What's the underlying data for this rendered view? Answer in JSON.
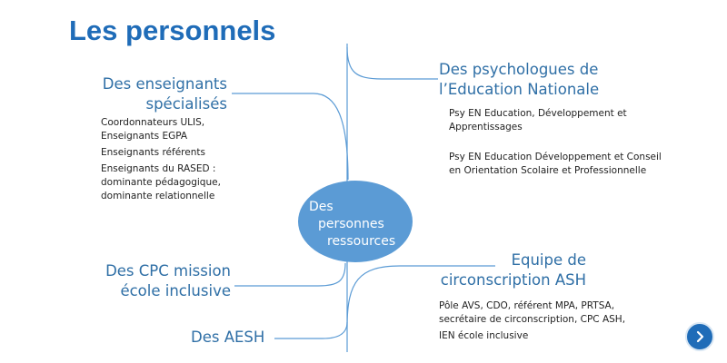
{
  "title": "Les personnels",
  "center": {
    "lines": [
      "Des",
      "personnes",
      "ressources"
    ]
  },
  "branches": {
    "enseignants": {
      "title_lines": [
        "Des enseignants",
        "spécialisés"
      ],
      "details": [
        "Coordonnateurs ULIS,",
        "Enseignants EGPA",
        "Enseignants référents",
        "Enseignants du RASED :",
        "dominante pédagogique,",
        "dominante relationnelle"
      ]
    },
    "psychologues": {
      "title_lines": [
        "Des psychologues de",
        "l’Education Nationale"
      ],
      "details": [
        "Psy EN Education, Développement et",
        "Apprentissages",
        "Psy EN Education Développement et Conseil",
        "en Orientation Scolaire et Professionnelle"
      ]
    },
    "cpc": {
      "title_lines": [
        "Des CPC mission",
        "école inclusive"
      ]
    },
    "equipe": {
      "title_lines": [
        "Equipe de",
        "circonscription ASH"
      ],
      "details": [
        "Pôle AVS, CDO, référent MPA, PRTSA,",
        "secrétaire de circonscription, CPC ASH,",
        "IEN école inclusive"
      ]
    },
    "aesh": {
      "title": "Des AESH"
    }
  },
  "nav": {
    "icon": "chevron-right-icon"
  },
  "colors": {
    "title": "#1f6cb8",
    "branch_text": "#2f6fa6",
    "node": "#5b9bd5",
    "lines": "#5b9bd5"
  }
}
